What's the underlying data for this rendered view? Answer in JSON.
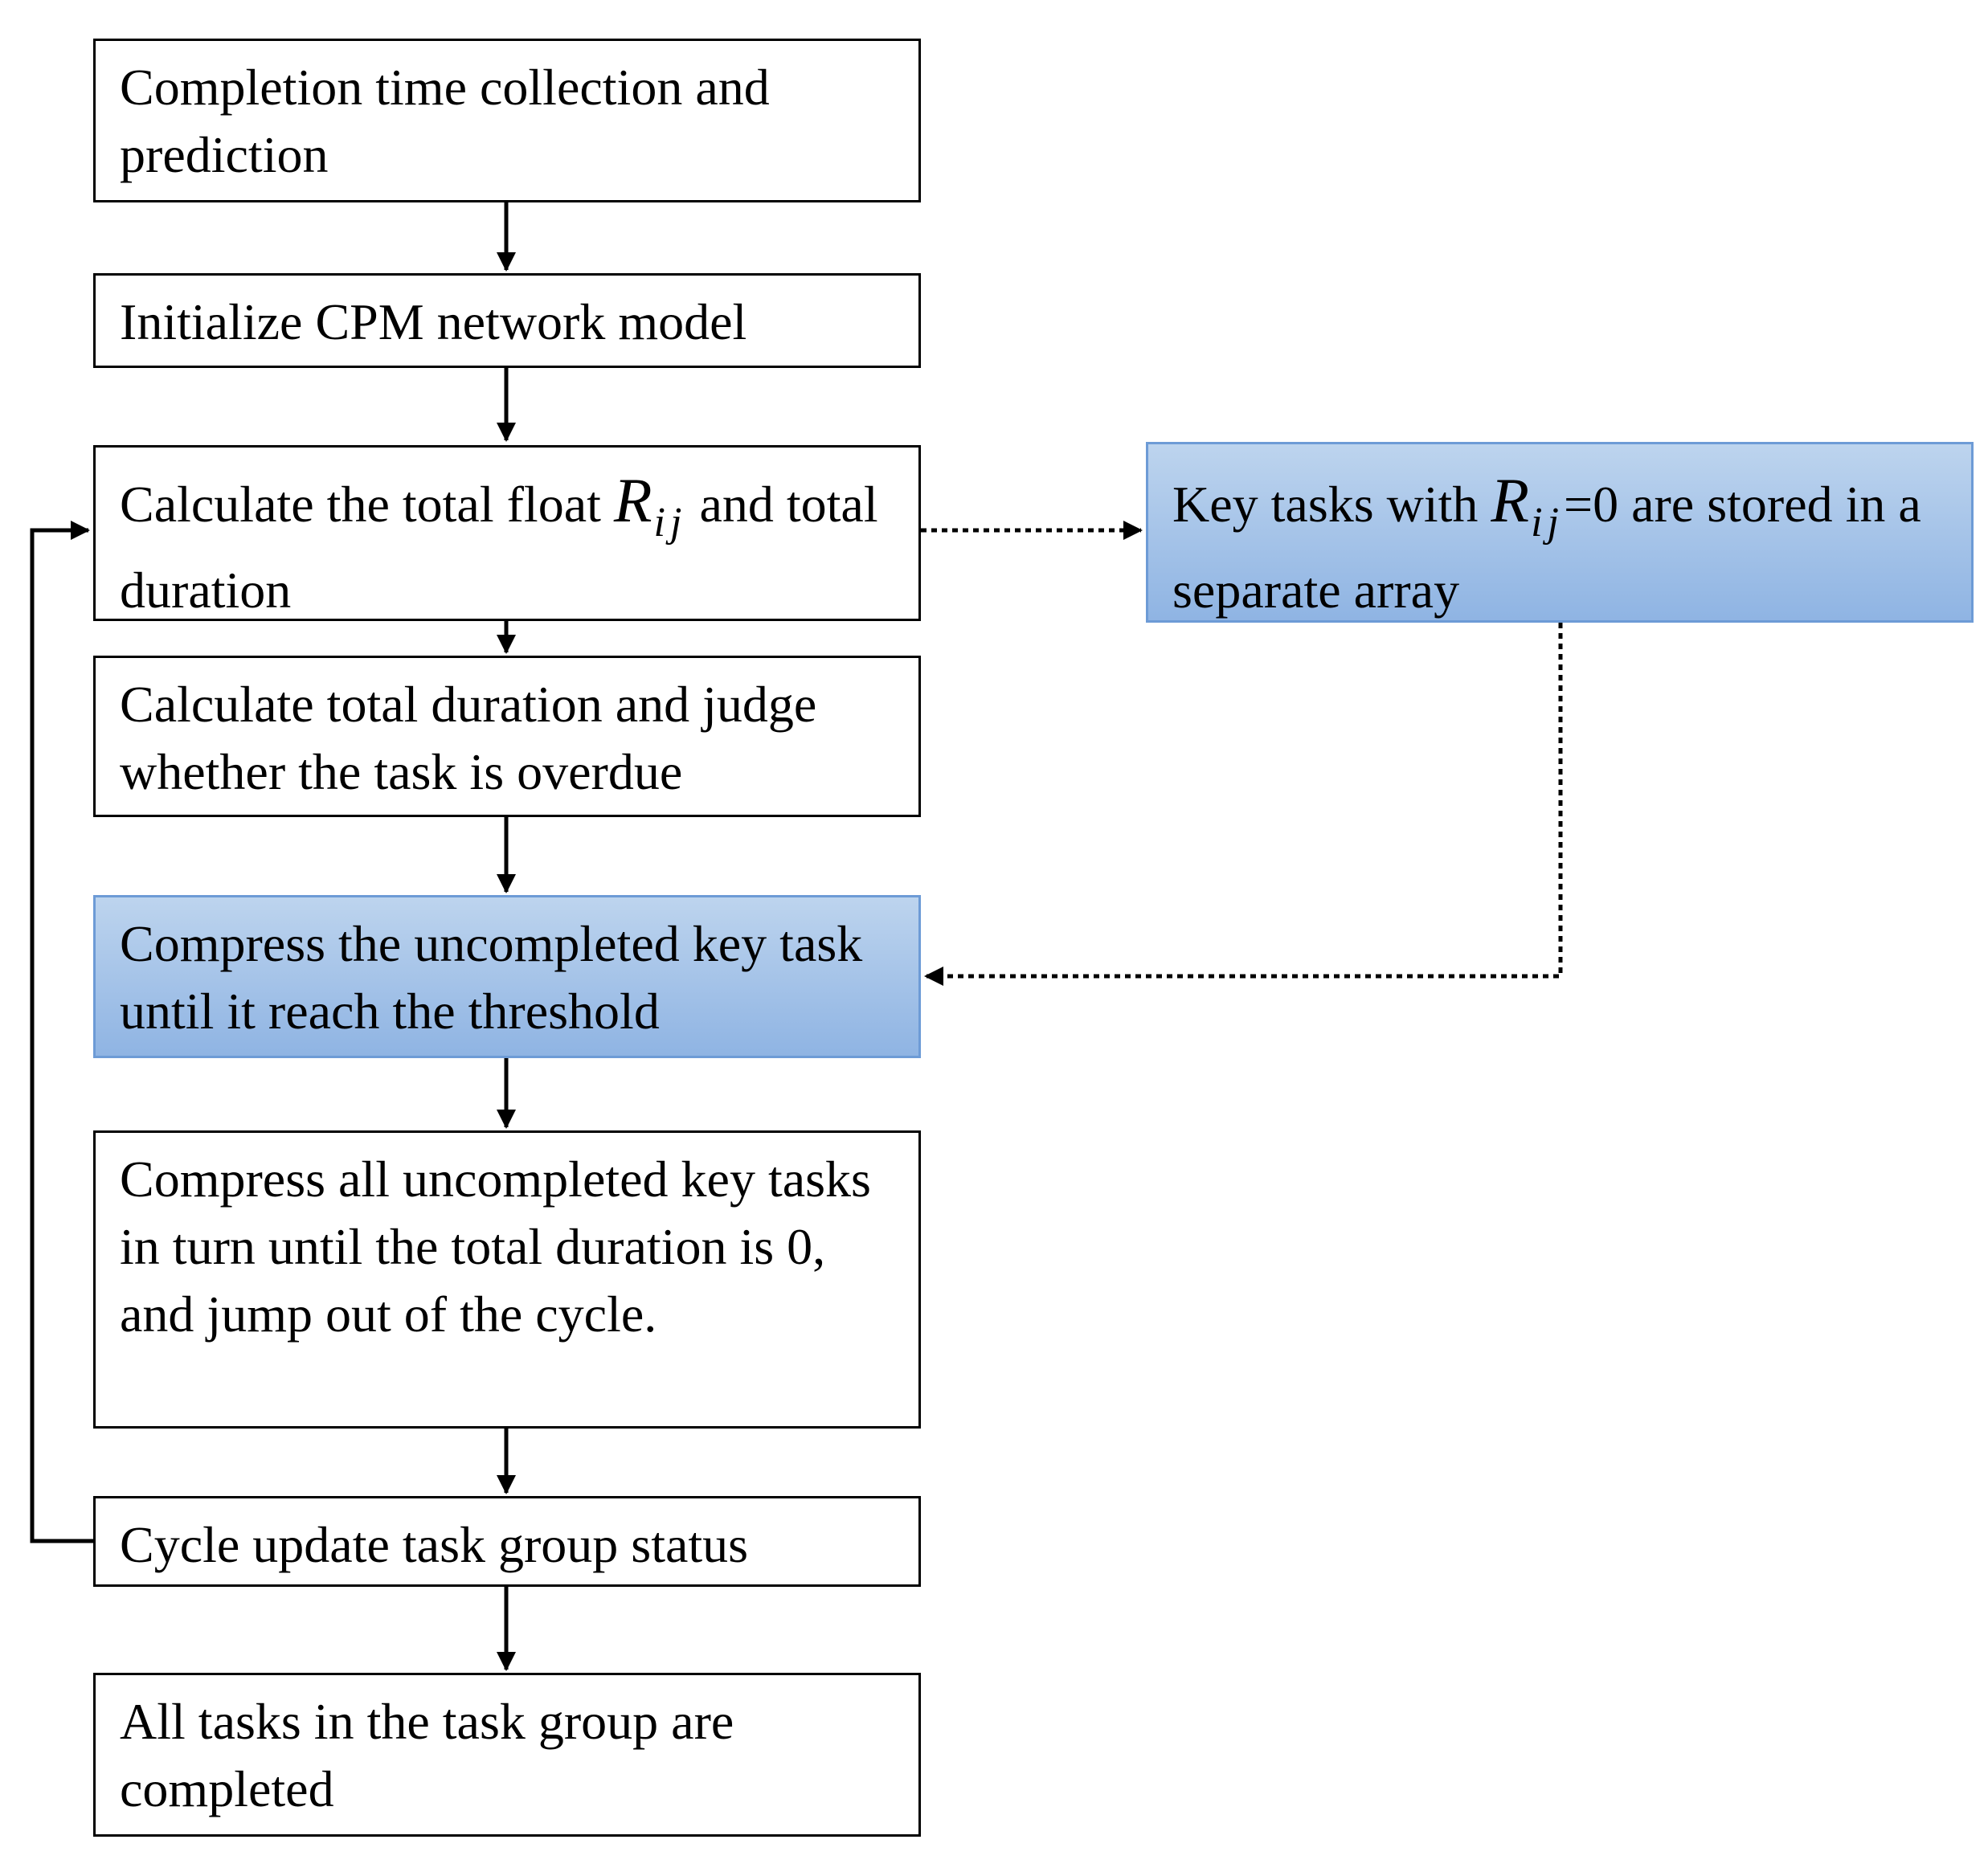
{
  "nodes": {
    "collect": "Completion time collection and prediction",
    "init": "Initialize CPM network model",
    "float_a": "Calculate the total float ",
    "float_b": " and total duration",
    "judge": "Calculate total duration and judge whether the task is overdue",
    "compress_key": "Compress the uncompleted key task until it reach the threshold",
    "compress_all": "Compress all uncompleted key tasks in turn until the total duration is 0, and jump out of the cycle.",
    "cycle": "Cycle update task group status",
    "done": "All tasks in the task group are completed",
    "key_a": "Key tasks with ",
    "key_b": "=0 are stored in a separate array"
  },
  "math": {
    "var": "R",
    "sub": "ij"
  },
  "colors": {
    "box_border": "#000000",
    "highlight_top": "#bdd4ee",
    "highlight_bottom": "#8fb4e3",
    "highlight_border": "#6d9bd6"
  }
}
